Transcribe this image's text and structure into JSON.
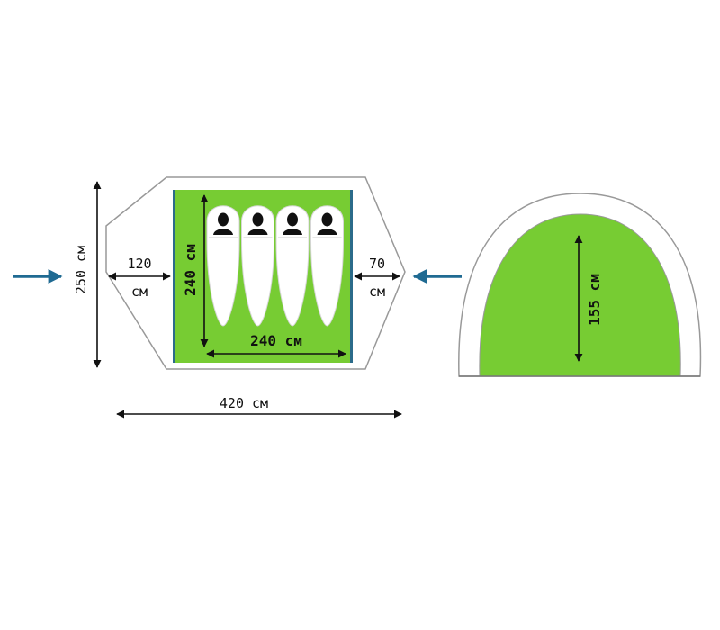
{
  "plan": {
    "width_label": "420 см",
    "depth_label": "250 см",
    "inner_length_label": "240 см",
    "inner_width_label": "240 см",
    "vestibule_left_value": "120",
    "vestibule_left_unit": "см",
    "vestibule_right_value": "70",
    "vestibule_right_unit": "см",
    "sleeping_places": 4
  },
  "side": {
    "height_label": "155 см"
  },
  "colors": {
    "floor_green": "#77cc33",
    "inner_border": "#2b6b8a",
    "outline": "#999999",
    "entry_arrow": "#1f6a92",
    "text": "#111111"
  },
  "icons": [
    "entrance-arrow-icon",
    "person-icon",
    "sleeping-bag-icon"
  ]
}
